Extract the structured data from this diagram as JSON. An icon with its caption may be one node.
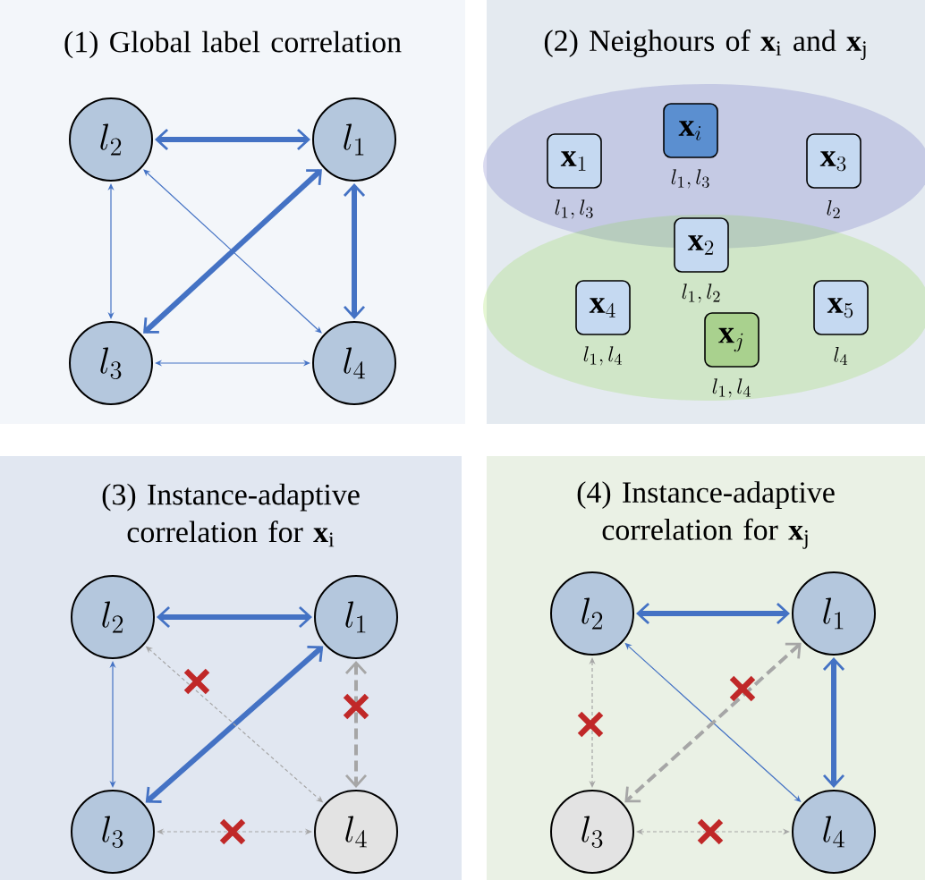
{
  "diagram": {
    "nodes": [
      {
        "text": [
          "(1) Global label correlation"
        ]
      },
      {
        "text": [
          "l_{2}"
        ],
        "in": 0
      },
      {
        "text": [
          "l_{1}"
        ],
        "in": 0
      },
      {
        "text": [
          "l_{3}"
        ],
        "in": 0
      },
      {
        "text": [
          "l_{4}"
        ],
        "in": 0
      },
      {
        "text": [
          "(2) Neighours of **x**$_{i}$ and **x**$_{j}$"
        ]
      },
      {
        "text": [
          "\\mathbf{x}_{1}"
        ],
        "beside": [
          "l_{1}, l_{3}"
        ],
        "in": 5
      },
      {
        "text": [
          "\\mathbf{x}_{i}"
        ],
        "beside": [
          "l_{1}, l_{3}"
        ],
        "in": 5
      },
      {
        "text": [
          "\\mathbf{x}_{3}"
        ],
        "beside": [
          "l_{2}"
        ],
        "in": 5
      },
      {
        "text": [
          "\\mathbf{x}_{2}"
        ],
        "beside": [
          "l_{1}, l_{2}"
        ],
        "in": 5
      },
      {
        "text": [
          "\\mathbf{x}_{4}"
        ],
        "beside": [
          "l_{1}, l_{4}"
        ],
        "in": 5
      },
      {
        "text": [
          "\\mathbf{x}_{j}"
        ],
        "beside": [
          "l_{1}, l_{4}"
        ],
        "in": 5
      },
      {
        "text": [
          "\\mathbf{x}_{5}"
        ],
        "beside": [
          "l_{4}"
        ],
        "in": 5
      },
      {
        "text": [
          "(3) Instance-adaptive correlation for **x**$_{i}$"
        ]
      },
      {
        "text": [
          "l_{2}"
        ],
        "in": 13
      },
      {
        "text": [
          "l_{1}"
        ],
        "in": 13
      },
      {
        "text": [
          "l_{3}"
        ],
        "in": 13
      },
      {
        "text": [
          "l_{4}"
        ],
        "in": 13
      },
      {
        "text": [
          "(4) Instance-adaptive correlation for **x**$_{j}$"
        ]
      },
      {
        "text": [
          "l_{2}"
        ],
        "in": 18
      },
      {
        "text": [
          "l_{1}"
        ],
        "in": 18
      },
      {
        "text": [
          "l_{3}"
        ],
        "in": 18
      },
      {
        "text": [
          "l_{4}"
        ],
        "in": 18
      }
    ],
    "edges": [
      {
        "from": 1,
        "to": 2,
        "arrow": "both",
        "style": "thick"
      },
      {
        "from": 2,
        "to": 4,
        "arrow": "both",
        "style": "thick"
      },
      {
        "from": 2,
        "to": 3,
        "arrow": "both",
        "style": "thick"
      },
      {
        "from": 1,
        "to": 3,
        "arrow": "both"
      },
      {
        "from": 1,
        "to": 4,
        "arrow": "both"
      },
      {
        "from": 3,
        "to": 4,
        "arrow": "both"
      },
      {
        "from": 14,
        "to": 15,
        "arrow": "both",
        "style": "thick"
      },
      {
        "from": 15,
        "to": 16,
        "arrow": "both",
        "style": "thick"
      },
      {
        "from": 14,
        "to": 16,
        "arrow": "both"
      },
      {
        "from": 14,
        "to": 17,
        "arrow": "both",
        "style": "dashed",
        "color": "#a6a6a6"
      },
      {
        "from": 15,
        "to": 17,
        "arrow": "both",
        "style": "dashed",
        "color": "#a6a6a6"
      },
      {
        "from": 16,
        "to": 17,
        "arrow": "both",
        "style": "dashed",
        "color": "#a6a6a6"
      },
      {
        "from": 19,
        "to": 20,
        "arrow": "both",
        "style": "thick"
      },
      {
        "from": 20,
        "to": 22,
        "arrow": "both",
        "style": "thick"
      },
      {
        "from": 19,
        "to": 22,
        "arrow": "both"
      },
      {
        "from": 19,
        "to": 21,
        "arrow": "both",
        "style": "dashed",
        "color": "#a6a6a6"
      },
      {
        "from": 20,
        "to": 21,
        "arrow": "both",
        "style": "dashed",
        "color": "#a6a6a6"
      },
      {
        "from": 21,
        "to": 22,
        "arrow": "both",
        "style": "dashed",
        "color": "#a6a6a6"
      }
    ]
  }
}
